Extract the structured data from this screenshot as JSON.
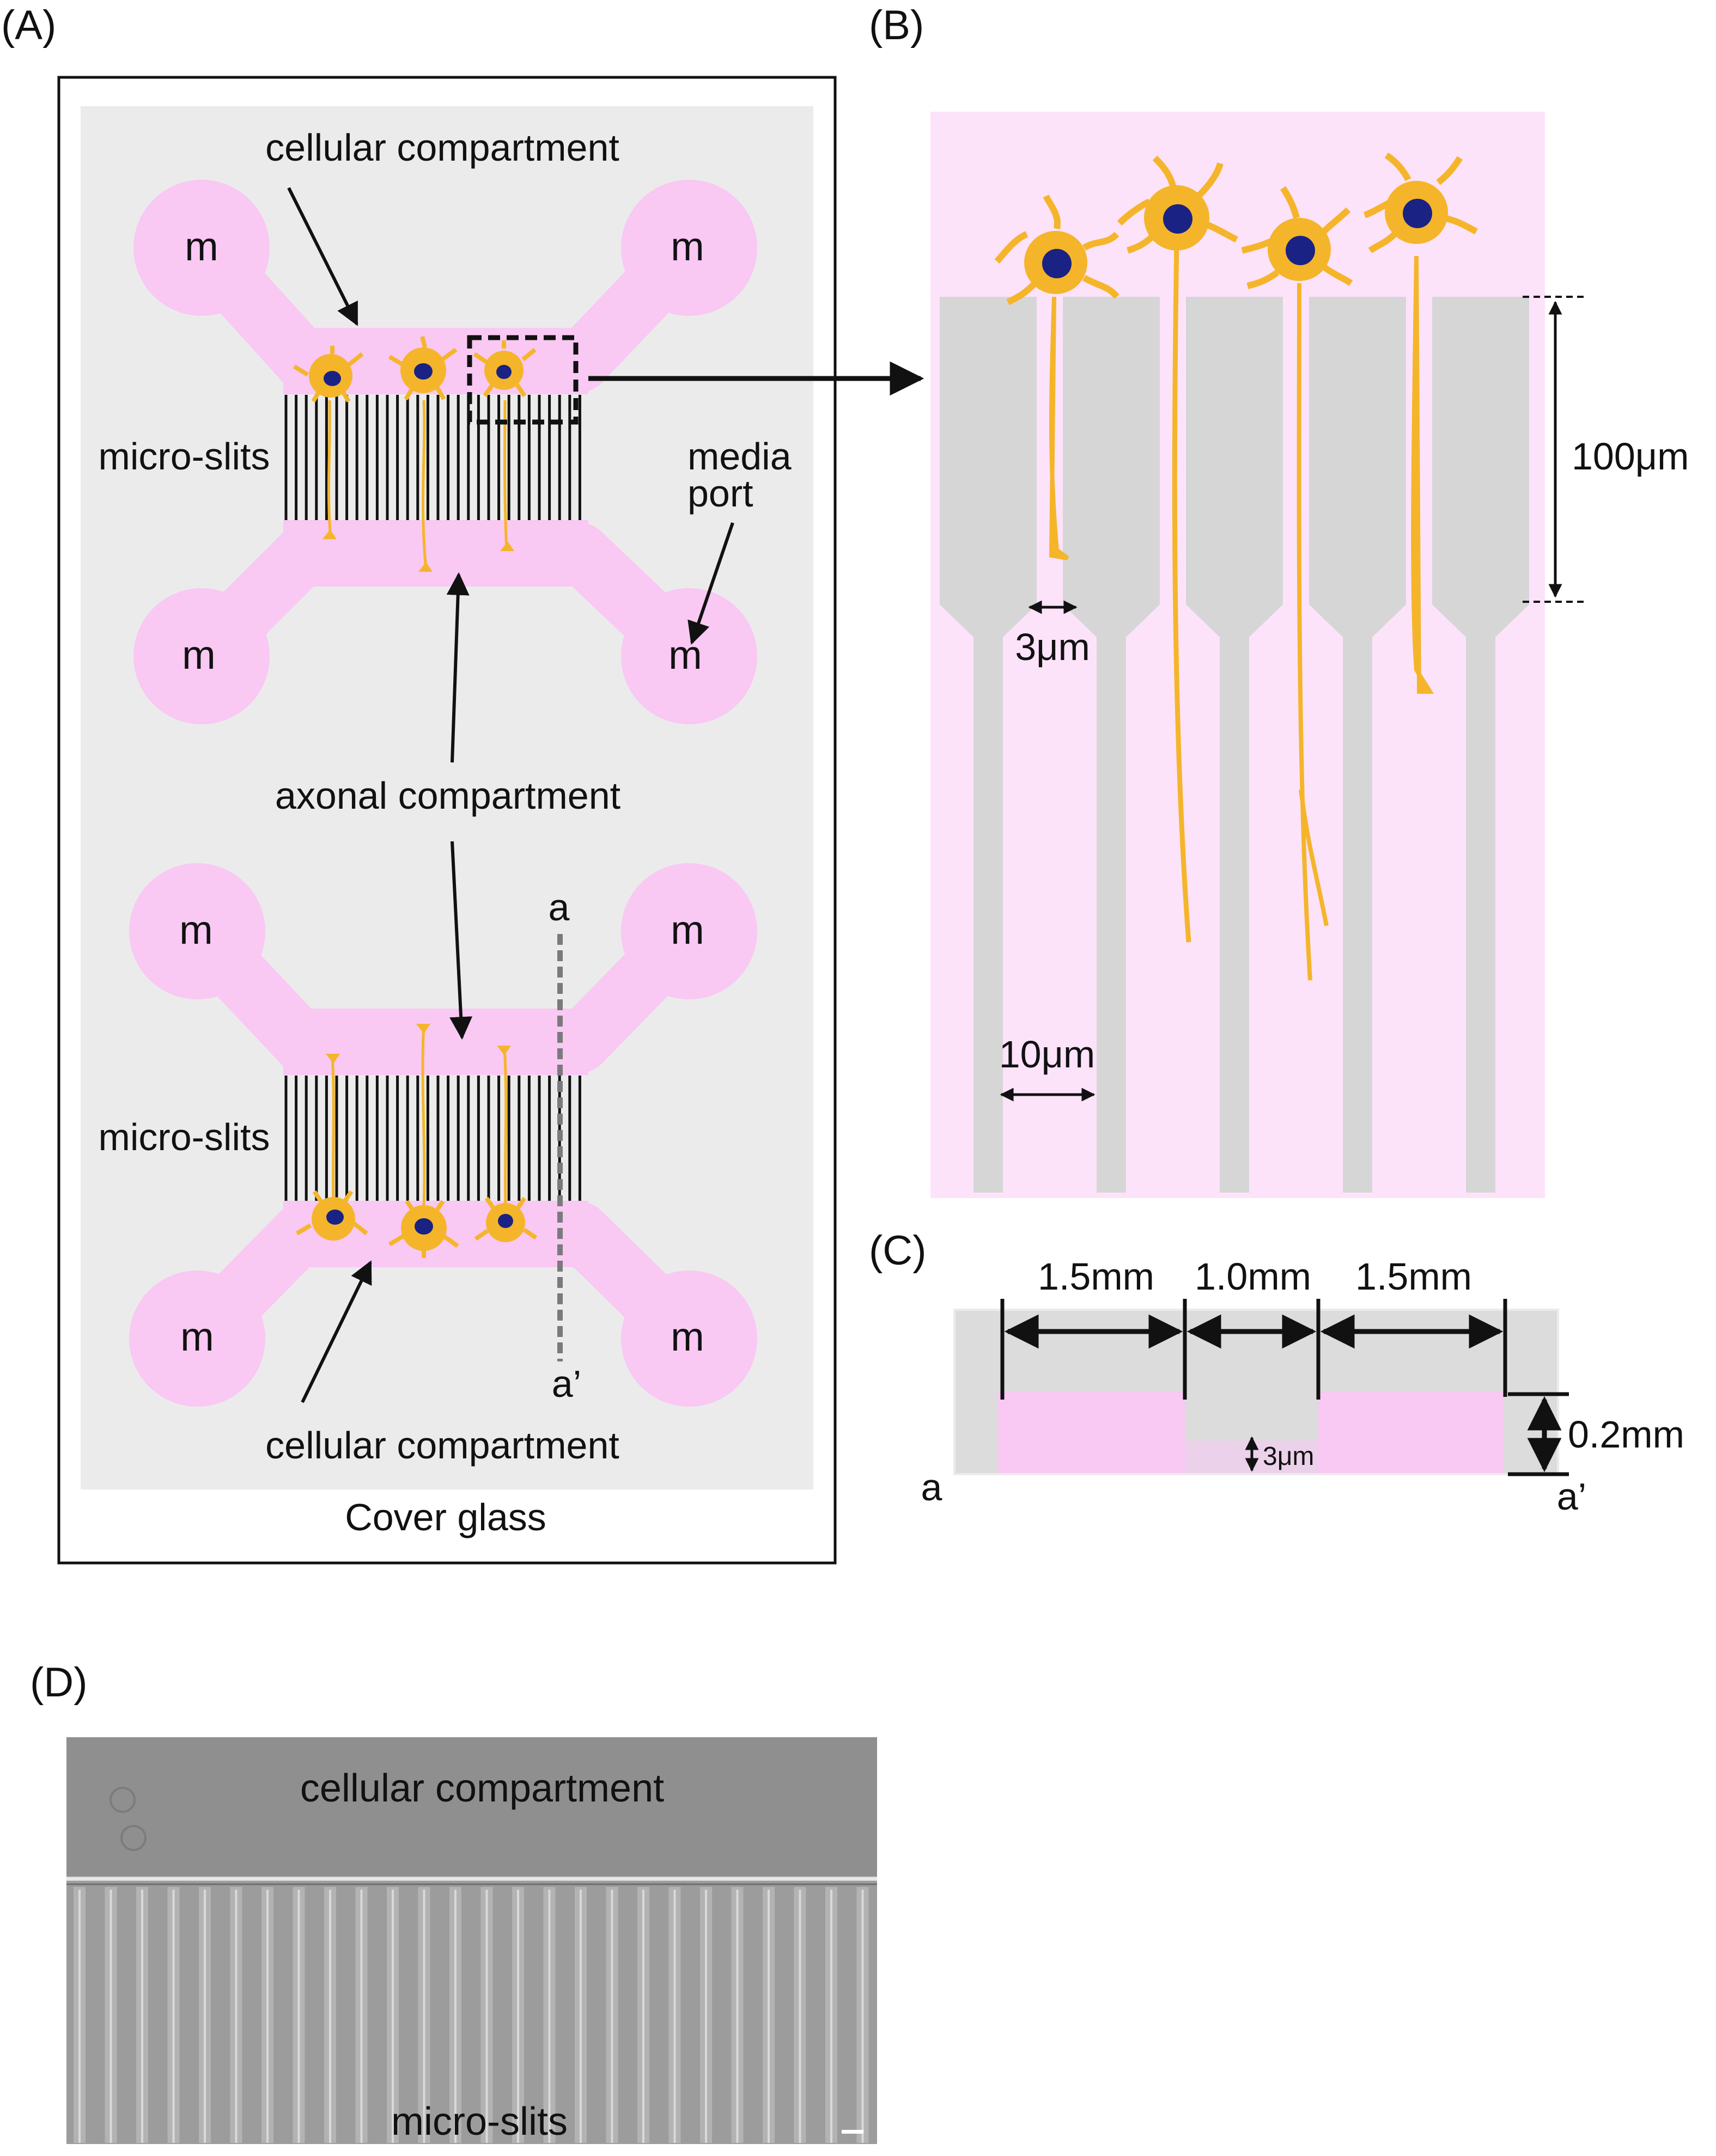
{
  "panels": {
    "a": {
      "letter": "(A)",
      "port_label": "m",
      "cellular_compartment": "cellular compartment",
      "micro_slits": "micro-slits",
      "media_port": [
        "media",
        "port"
      ],
      "axonal_compartment": "axonal compartment",
      "section_start": "a",
      "section_end": "a’",
      "cover_glass": "Cover glass"
    },
    "b": {
      "letter": "(B)",
      "length_label": "100μm",
      "gap_label": "3μm",
      "width_label": "10μm"
    },
    "c": {
      "letter": "(C)",
      "dims": [
        "1.5mm",
        "1.0mm",
        "1.5mm"
      ],
      "height_label": "0.2mm",
      "gap_label": "3μm",
      "section_start": "a",
      "section_end": "a’"
    },
    "d": {
      "letter": "(D)",
      "top_label": "cellular compartment",
      "bottom_label": "micro-slits"
    }
  },
  "colors": {
    "compartment": "#f9c8f3",
    "device_bg": "#ebebeb",
    "slit_grey": "#d6d6d6",
    "neuron": "#f5b52b",
    "nucleus": "#1a2283",
    "panel_b_bg": "#fce3fa"
  }
}
